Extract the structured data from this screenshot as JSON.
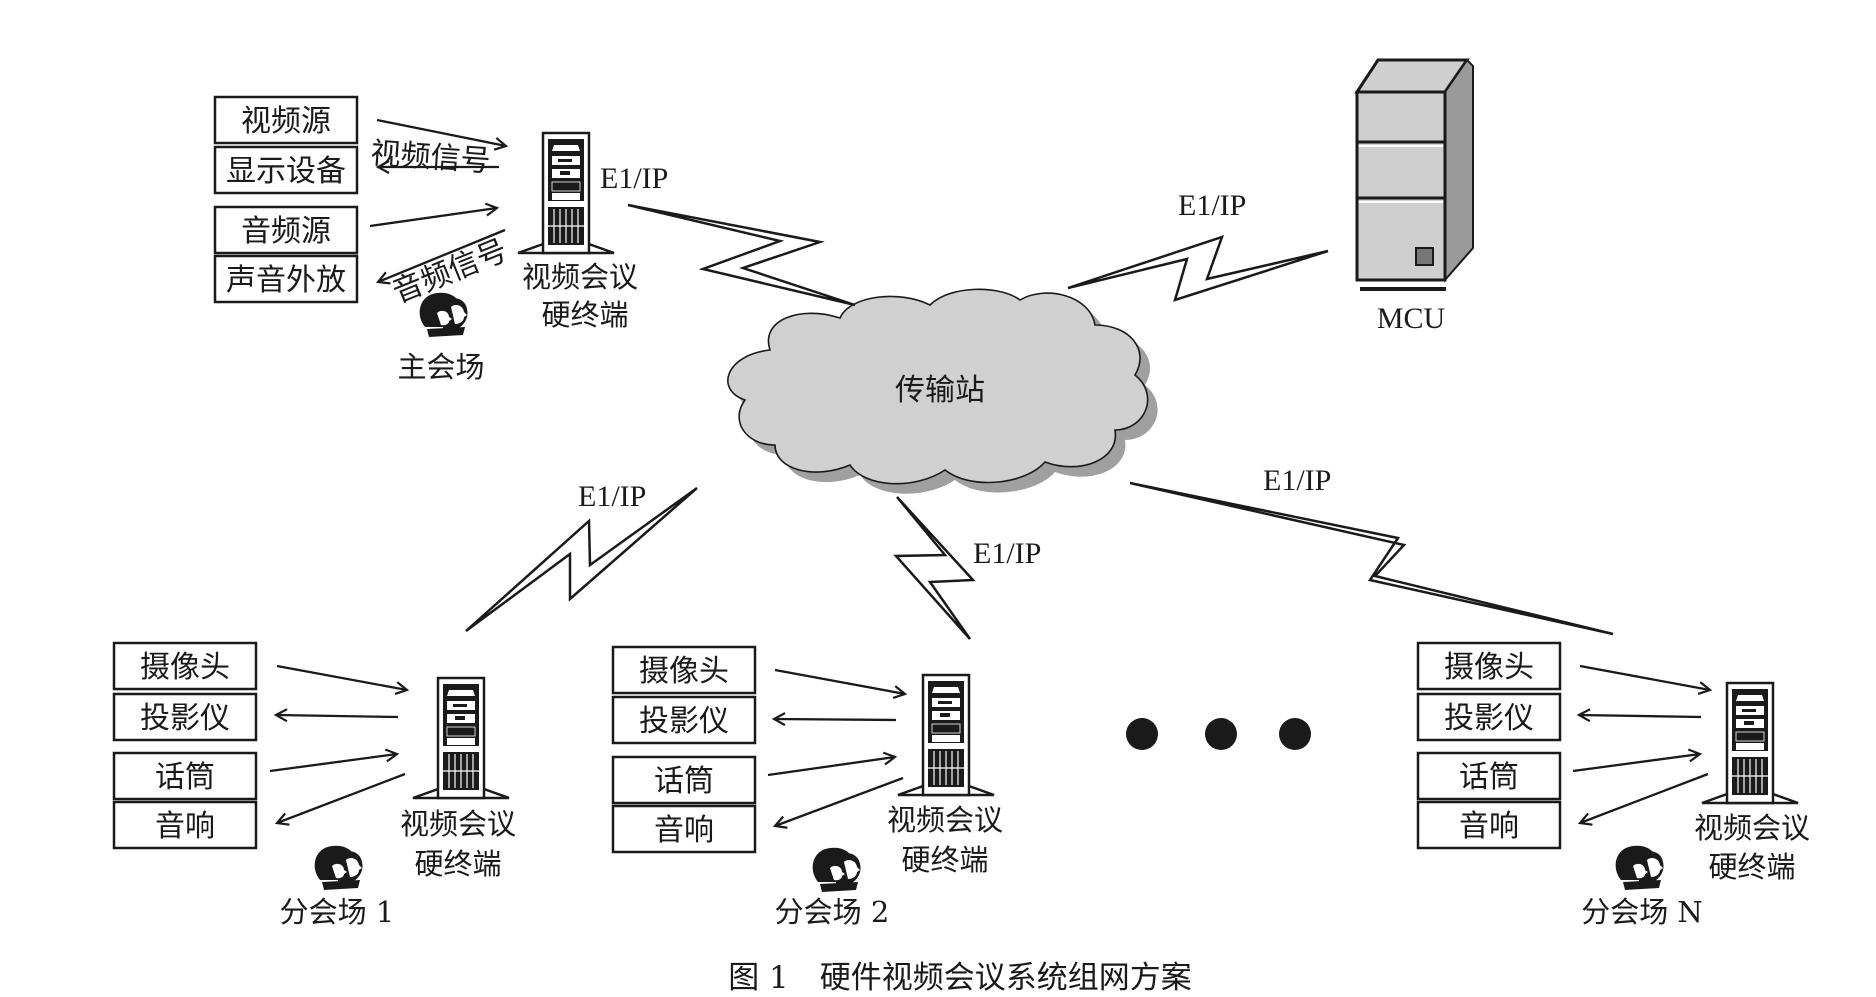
{
  "caption": "图 1　硬件视频会议系统组网方案",
  "hub": {
    "label": "传输站"
  },
  "mcu": {
    "label": "MCU"
  },
  "link_label": "E1/IP",
  "main_site": {
    "name": "主会场",
    "terminal_label_line1": "视频会议",
    "terminal_label_line2": "硬终端",
    "devices": [
      "视频源",
      "显示设备",
      "音频源",
      "声音外放"
    ],
    "signal_labels": {
      "video": "视频信号",
      "audio": "音频信号"
    }
  },
  "branch_sites": [
    {
      "name": "分会场 1",
      "terminal_label_line1": "视频会议",
      "terminal_label_line2": "硬终端",
      "devices": [
        "摄像头",
        "投影仪",
        "话筒",
        "音响"
      ]
    },
    {
      "name": "分会场 2",
      "terminal_label_line1": "视频会议",
      "terminal_label_line2": "硬终端",
      "devices": [
        "摄像头",
        "投影仪",
        "话筒",
        "音响"
      ]
    },
    {
      "name": "分会场 N",
      "terminal_label_line1": "视频会议",
      "terminal_label_line2": "硬终端",
      "devices": [
        "摄像头",
        "投影仪",
        "话筒",
        "音响"
      ]
    }
  ],
  "ellipsis": "more-sites-ellipsis",
  "colors": {
    "cloud_fill": "#d0d0d0",
    "cloud_shadow": "#a0a0a0",
    "mcu_fill": "#cfcfcf",
    "mcu_side": "#9a9a9a",
    "ink": "#1a1a1a"
  }
}
